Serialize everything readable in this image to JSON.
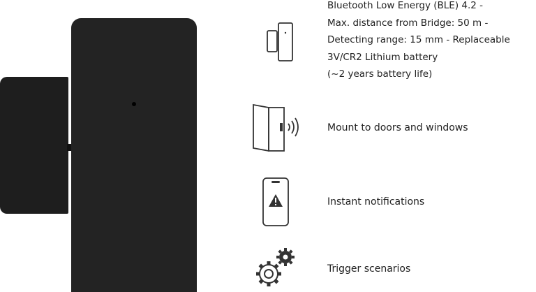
{
  "product": {
    "icon": "door-window-sensor-image"
  },
  "features": [
    {
      "icon": "sensor-icon",
      "lines": [
        "Bluetooth Low Energy (BLE) 4.2 -",
        "Max. distance from Bridge: 50 m -",
        "Detecting range: 15 mm - Replaceable",
        "3V/CR2 Lithium battery",
        "(~2 years battery life)"
      ]
    },
    {
      "icon": "door-signal-icon",
      "label": "Mount to doors and windows"
    },
    {
      "icon": "phone-warning-icon",
      "label": "Instant notifications"
    },
    {
      "icon": "gears-icon",
      "label": "Trigger scenarios"
    }
  ]
}
